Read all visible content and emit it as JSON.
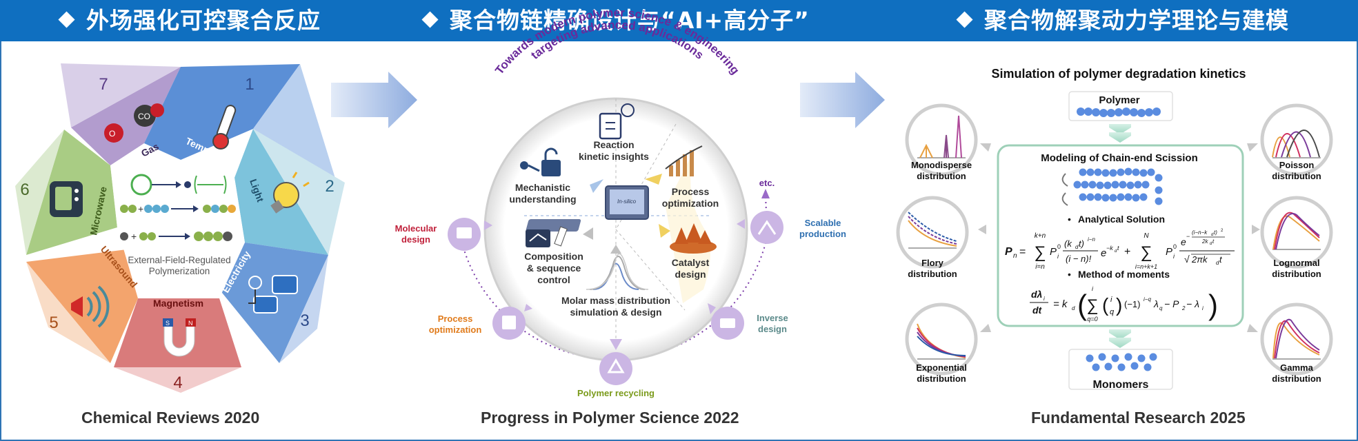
{
  "banner": {
    "title_left": "外场强化可控聚合反应",
    "title_mid": "聚合物链精确设计与“AI+高分子”",
    "title_right": "聚合物解聚动力学理论与建模"
  },
  "captions": {
    "left": "Chemical Reviews 2020",
    "mid": "Progress in Polymer Science 2022",
    "right": "Fundamental Research 2025"
  },
  "left_panel": {
    "segments": [
      {
        "num": "1",
        "label": "Temperature",
        "color": "#5b8fd6"
      },
      {
        "num": "2",
        "label": "Light",
        "color": "#7dc3dc"
      },
      {
        "num": "3",
        "label": "Electricity",
        "color": "#6b9ad8"
      },
      {
        "num": "4",
        "label": "Magnetism",
        "color": "#d97b7b"
      },
      {
        "num": "5",
        "label": "Ultrasound",
        "color": "#f3a46d"
      },
      {
        "num": "6",
        "label": "Microwave",
        "color": "#a9cc84"
      },
      {
        "num": "7",
        "label": "Gas",
        "color": "#a58bc6"
      }
    ],
    "center_text_1": "External-Field-Regulated",
    "center_text_2": "Polymerization",
    "gas_o2": "O",
    "gas_co2": "CO",
    "magnet_s": "S",
    "magnet_n": "N"
  },
  "mid_panel": {
    "arc_line_1": "Towards modern polymer science & engineering",
    "arc_line_2": "targeting advanced applications",
    "items": {
      "reaction_1": "Reaction",
      "reaction_2": "kinetic insights",
      "mech_1": "Mechanistic",
      "mech_2": "understanding",
      "process_1": "Process",
      "process_2": "optimization",
      "catalyst_1": "Catalyst",
      "catalyst_2": "design",
      "comp_1": "Composition",
      "comp_2": "& sequence",
      "comp_3": "control",
      "mmd_1": "Molar mass distribution",
      "mmd_2": "simulation & design",
      "computer": "In-silico"
    },
    "outer": {
      "molecular_1": "Molecular",
      "molecular_2": "design",
      "procopt_1": "Process",
      "procopt_2": "optimization",
      "recycling": "Polymer recycling",
      "inverse_1": "Inverse",
      "inverse_2": "design",
      "scalable_1": "Scalable",
      "scalable_2": "production",
      "etc": "etc."
    },
    "colors": {
      "molecular": "#c0203a",
      "procopt": "#e07a1a",
      "recycling": "#7a9a1a",
      "inverse": "#5b8a8a",
      "scalable": "#2e6fb0",
      "arc": "#6a2a9a"
    }
  },
  "right_panel": {
    "title": "Simulation of polymer degradation kinetics",
    "polymer": "Polymer",
    "monomers": "Monomers",
    "box_title": "Modeling of Chain-end Scission",
    "analytical": "Analytical Solution",
    "moments": "Method of moments",
    "bullet": "•",
    "dists": {
      "mono_1": "Monodisperse",
      "mono_2": "distribution",
      "poisson_1": "Poisson",
      "poisson_2": "distribution",
      "flory_1": "Flory",
      "flory_2": "distribution",
      "lognormal_1": "Lognormal",
      "lognormal_2": "distribution",
      "exp_1": "Exponential",
      "exp_2": "distribution",
      "gamma_1": "Gamma",
      "gamma_2": "distribution"
    },
    "eq1": {
      "lhs": "P",
      "lhs_sub": "n",
      "eq": "= ",
      "sum1_top": "k+n",
      "sum1_bot": "i=n",
      "p0": "P",
      "p0_sub": "i",
      "p0_sup": "0",
      "frac1_num": "(k",
      "frac1_num_sub": "d",
      "frac1_num_end": "t)",
      "frac1_num_sup": "i−n",
      "frac1_den": "(i − n)!",
      "exp_term": "e",
      "exp_sup": "−k",
      "exp_sup_sub": "d",
      "exp_sup_end": "t",
      "plus": "+",
      "sum2_top": "N",
      "sum2_bot": "i=n+k+1",
      "frac2_num_sup_1": "(i−n−k",
      "frac2_num_sup_sub": "d",
      "frac2_num_sup_2": "t)",
      "frac2_num_sup_pow": "2",
      "frac2_num_sup_den": "2k",
      "frac2_num_sup_den_sub": "d",
      "frac2_num_sup_den_end": "t",
      "frac2_num_minus": "−",
      "frac2_den": "2πk",
      "frac2_den_sub": "d",
      "frac2_den_end": "t"
    },
    "eq2": {
      "lhs_num": "dλ",
      "lhs_num_sub": "i",
      "lhs_den": "dt",
      "eq": "= k",
      "eq_sub": "d",
      "sum_top": "i",
      "sum_bot": "q=0",
      "binom_top": "i",
      "binom_bot": "q",
      "neg": "(−1)",
      "neg_sup": "i−q",
      "lam": "λ",
      "lam_sub": "q",
      "tail_1": " − P",
      "tail_1_sub": "2",
      "tail_2": " − λ",
      "tail_2_sub": "i"
    }
  }
}
